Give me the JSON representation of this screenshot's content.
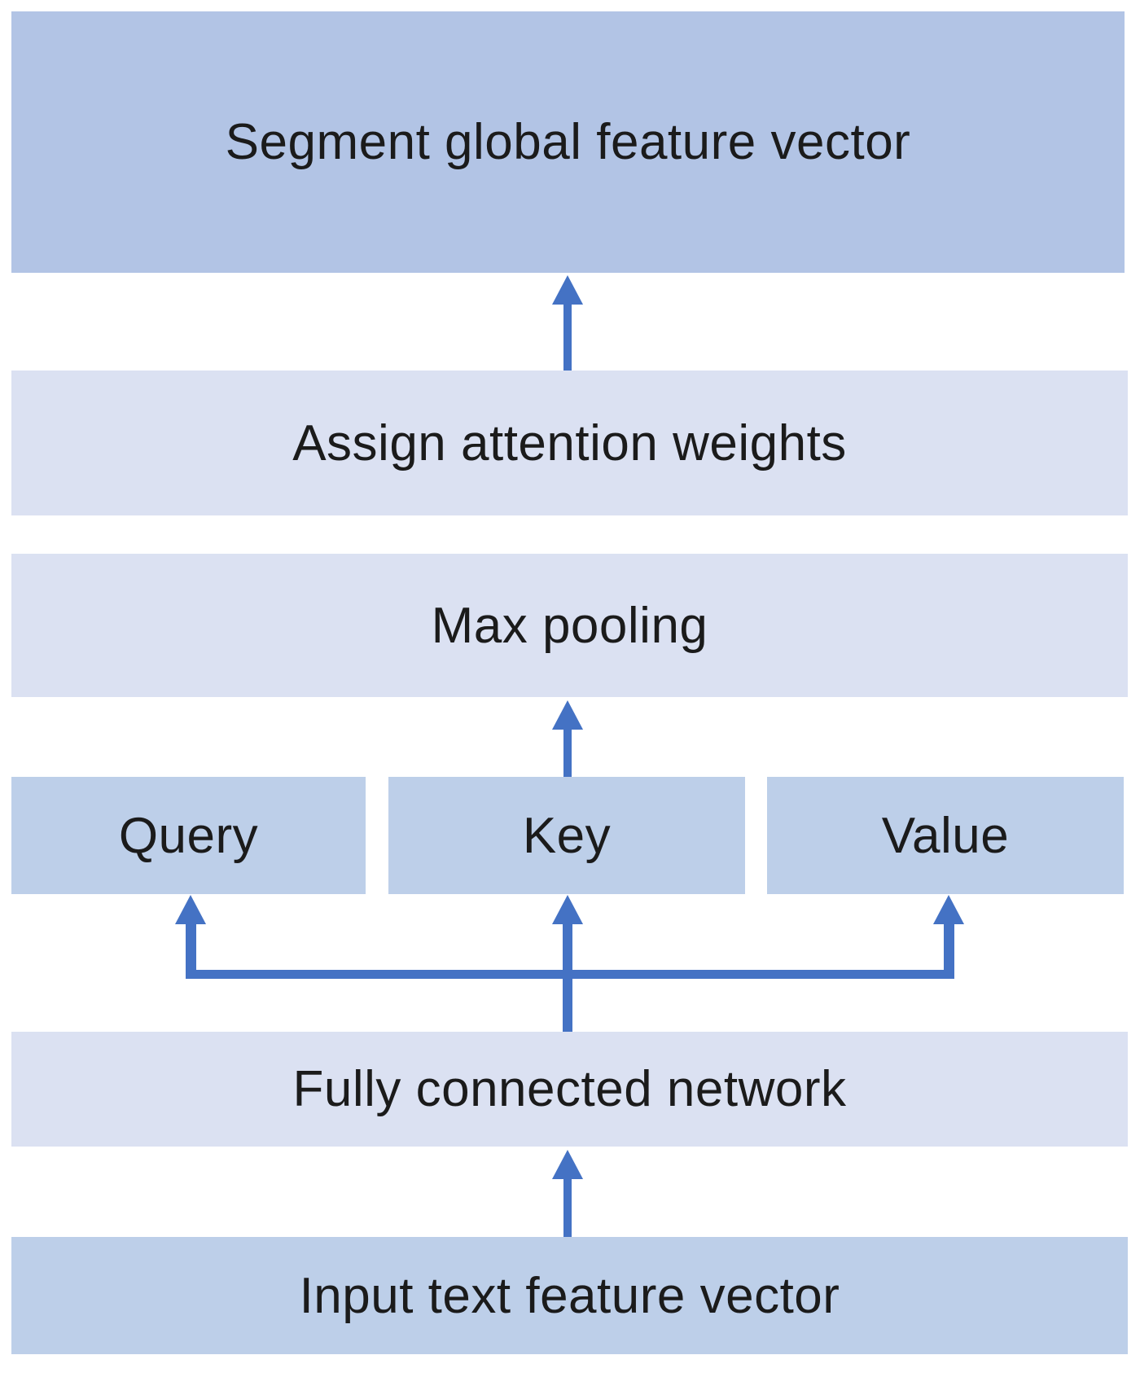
{
  "diagram": {
    "nodes": {
      "segment": {
        "label": "Segment global feature vector"
      },
      "attention": {
        "label": "Assign attention weights"
      },
      "maxpool": {
        "label": "Max pooling"
      },
      "query": {
        "label": "Query"
      },
      "key": {
        "label": "Key"
      },
      "value": {
        "label": "Value"
      },
      "fcn": {
        "label": "Fully connected network"
      },
      "input": {
        "label": "Input text feature vector"
      }
    },
    "colors": {
      "box_strong": "#b2c4e5",
      "box_medium": "#bdcfe9",
      "box_light": "#dbe1f2",
      "arrow": "#4472c4",
      "text": "#1b1b1b",
      "background": "#ffffff"
    }
  }
}
